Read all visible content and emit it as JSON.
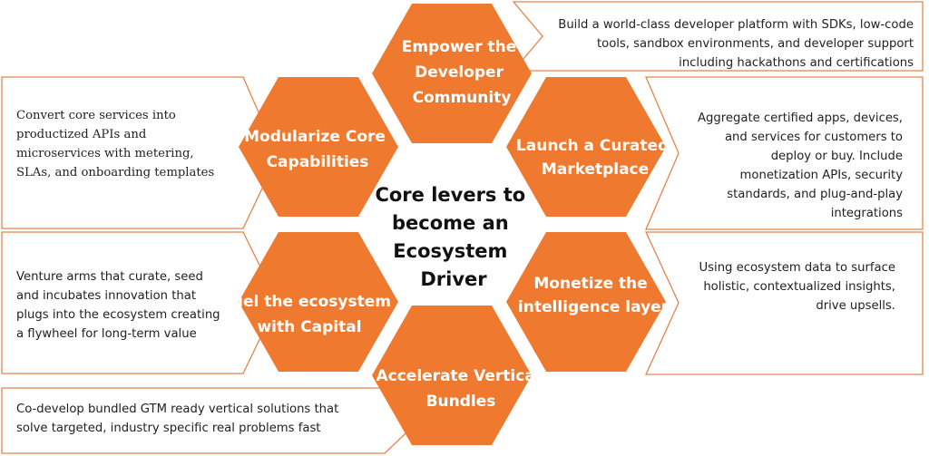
{
  "accent_color": "#ef7a2f",
  "border_color": "#e8824a",
  "center": {
    "lines": [
      "Core levers to",
      "become an",
      "Ecosystem",
      "Driver"
    ]
  },
  "levers": [
    {
      "id": "empower",
      "title_lines": [
        "Empower the",
        "Developer",
        "Community"
      ],
      "description": "Build a world-class developer platform with SDKs, low-code\ntools, sandbox environments, and developer support\nincluding hackathons and certifications"
    },
    {
      "id": "modularize",
      "title_lines": [
        "Modularize Core",
        "Capabilities"
      ],
      "description": "Convert core services into\nproductized APIs and\nmicroservices with metering,\nSLAs, and onboarding templates"
    },
    {
      "id": "marketplace",
      "title_lines": [
        "Launch a Curated",
        "Marketplace"
      ],
      "description": "Aggregate certified apps, devices,\nand services for customers to\ndeploy or buy. Include\nmonetization APIs, security\nstandards, and plug-and-play\nintegrations"
    },
    {
      "id": "capital",
      "title_lines": [
        "Fuel the ecosystem",
        "with Capital"
      ],
      "description": "Venture arms that curate, seed\nand incubates  innovation that\nplugs into the ecosystem creating\na flywheel for long-term value"
    },
    {
      "id": "intelligence",
      "title_lines": [
        "Monetize the",
        "intelligence layer"
      ],
      "description": "Using ecosystem data to surface\nholistic, contextualized insights,\ndrive upsells."
    },
    {
      "id": "vertical",
      "title_lines": [
        "Accelerate Vertical",
        "Bundles"
      ],
      "description": "Co-develop bundled GTM ready vertical solutions that\nsolve targeted, industry specific real problems fast"
    }
  ]
}
